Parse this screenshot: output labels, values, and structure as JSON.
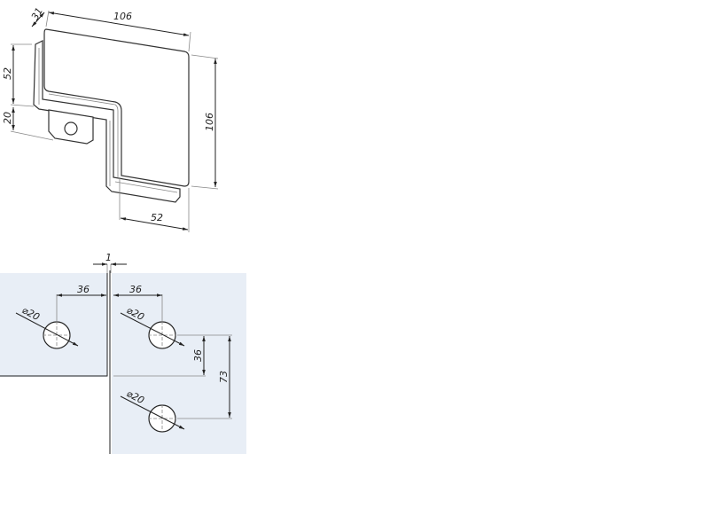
{
  "colors": {
    "panel": "#e8eef6",
    "line": "#222222"
  },
  "iso_view": {
    "dims": {
      "depth": "31",
      "width_top": "106",
      "height_right": "106",
      "height_upper_left": "52",
      "height_lower_left": "20",
      "width_bottom": "52"
    }
  },
  "hole_layout": {
    "gap": "1",
    "left_offset": "36",
    "right_offset": "36",
    "hole_diameter": "⌀20",
    "hole_spacing_short": "36",
    "hole_spacing_long": "73"
  }
}
